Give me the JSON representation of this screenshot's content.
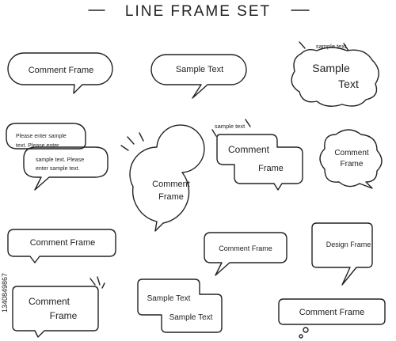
{
  "title": "LINE FRAME SET",
  "frames": {
    "f1": {
      "line1": "Comment Frame"
    },
    "f2": {
      "line1": "Sample Text"
    },
    "f3": {
      "note": "sample text",
      "line1": "Sample",
      "line2": "Text"
    },
    "f4": {
      "line1": "Please enter sample",
      "line2": "text. Please enter",
      "line3": "sample text. Please",
      "line4": "enter sample text."
    },
    "f5": {
      "line1": "Comment",
      "line2": "Frame"
    },
    "f6": {
      "note": "sample text",
      "line1": "Comment",
      "line2": "Frame"
    },
    "f7": {
      "line1": "Comment",
      "line2": "Frame"
    },
    "f8": {
      "line1": "Comment Frame"
    },
    "f9": {
      "line1": "Comment Frame"
    },
    "f10": {
      "line1": "Design Frame"
    },
    "f11": {
      "line1": "Comment",
      "line2": "Frame"
    },
    "f12": {
      "line1": "Sample Text",
      "line2": "Sample Text"
    },
    "f13": {
      "line1": "Comment Frame"
    }
  },
  "watermark": "1340849867"
}
